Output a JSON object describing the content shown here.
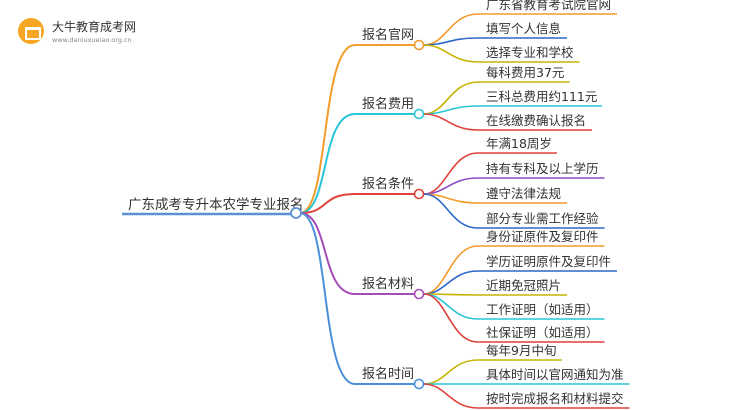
{
  "logo": {
    "name": "大牛教育成考网",
    "url": "www.daniuxueiao.org.cn"
  },
  "colors": {
    "root": "#5b8fd6",
    "branch_0": "#f39b2b",
    "branch_1": "#29c6d6",
    "branch_2": "#e0413b",
    "branch_3": "#a64cb8",
    "branch_4": "#4a90d9",
    "leaf_palette": [
      "#f39b2b",
      "#2b68c9",
      "#c8b400",
      "#29c6d6",
      "#e0413b",
      "#8a4ac8"
    ]
  },
  "root": {
    "label": "广东成考专升本农学专业报名"
  },
  "branches": [
    {
      "label": "报名官网",
      "children": [
        "广东省教育考试院官网",
        "填写个人信息",
        "选择专业和学校"
      ]
    },
    {
      "label": "报名费用",
      "children": [
        "每科费用37元",
        "三科总费用约111元",
        "在线缴费确认报名"
      ]
    },
    {
      "label": "报名条件",
      "children": [
        "年满18周岁",
        "持有专科及以上学历",
        "遵守法律法规",
        "部分专业需工作经验"
      ]
    },
    {
      "label": "报名材料",
      "children": [
        "身份证原件及复印件",
        "学历证明原件及复印件",
        "近期免冠照片",
        "工作证明（如适用）",
        "社保证明（如适用）"
      ]
    },
    {
      "label": "报名时间",
      "children": [
        "每年9月中旬",
        "具体时间以官网通知为准",
        "按时完成报名和材料提交"
      ]
    }
  ]
}
